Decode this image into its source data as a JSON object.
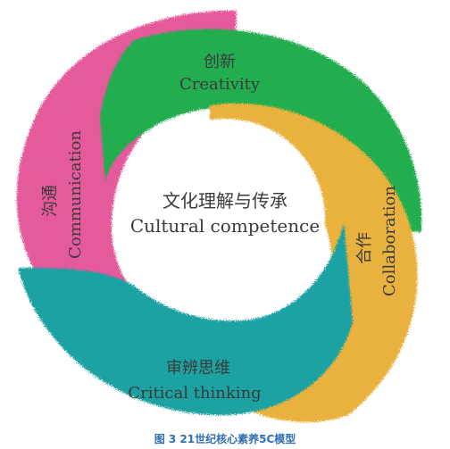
{
  "diagram": {
    "center": {
      "title_cn": "文化理解与传承",
      "title_en": "Cultural competence"
    },
    "segments": [
      {
        "id": "creativity",
        "cn": "创新",
        "en": "Creativity",
        "color": "#22ad4f"
      },
      {
        "id": "collaboration",
        "cn": "合作",
        "en": "Collaboration",
        "color": "#e9b13c"
      },
      {
        "id": "critical",
        "cn": "审辨思维",
        "en": "Critical thinking",
        "color": "#1aa2a3"
      },
      {
        "id": "communication",
        "cn": "沟通",
        "en": "Communication",
        "color": "#e45a9a"
      }
    ]
  },
  "caption": "图 3  21世纪核心素养5C模型"
}
